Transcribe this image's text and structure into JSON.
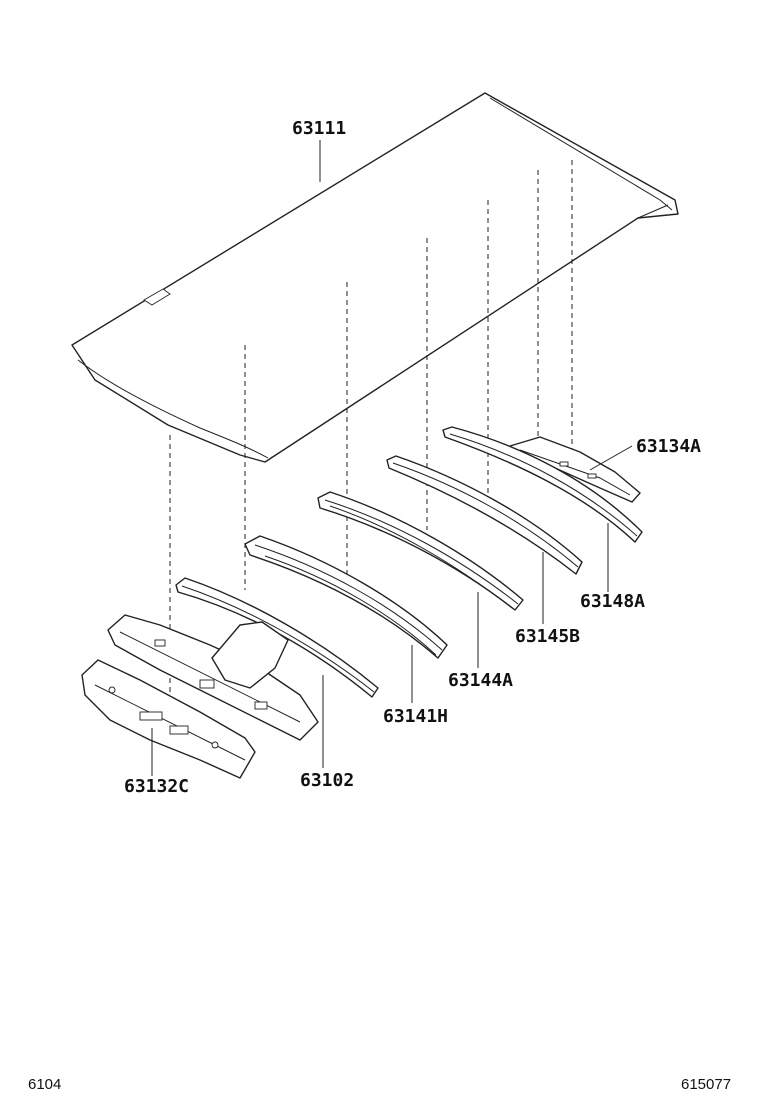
{
  "parts": [
    {
      "id": "roof-panel",
      "number": "63111"
    },
    {
      "id": "roof-reinforcement-rear",
      "number": "63134A"
    },
    {
      "id": "roof-bow-5",
      "number": "63148A"
    },
    {
      "id": "roof-bow-4",
      "number": "63145B"
    },
    {
      "id": "roof-bow-3",
      "number": "63144A"
    },
    {
      "id": "roof-bow-2",
      "number": "63141H"
    },
    {
      "id": "roof-panel-sub-assy",
      "number": "63102"
    },
    {
      "id": "windshield-header-panel",
      "number": "63132C"
    }
  ],
  "footer": {
    "left_code": "6104",
    "right_code": "615077"
  },
  "colors": {
    "line": "#222222",
    "background": "#ffffff"
  }
}
